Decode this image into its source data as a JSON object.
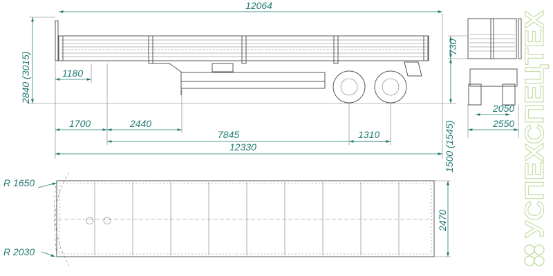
{
  "drawing": {
    "side_view": {
      "overall_length": "12064",
      "height": "2840 (3015)",
      "kingpin_offset": "1180",
      "front_to_kingpin": "1700",
      "kingpin_to_support": "2440",
      "wheelbase": "7845",
      "axle_spacing": "1310",
      "total_length": "12330"
    },
    "rear_view": {
      "side_height": "730",
      "platform_height": "1500 (1545)",
      "track_width": "2050",
      "overall_width": "2550"
    },
    "plan_view": {
      "front_radius": "R 1650",
      "swing_radius": "R 2030",
      "platform_width": "2470"
    },
    "watermark": "УСПЕХСПЕЦТЕХ"
  },
  "colors": {
    "dimension": "#1f7a70",
    "watermark": "#c6dea8"
  }
}
